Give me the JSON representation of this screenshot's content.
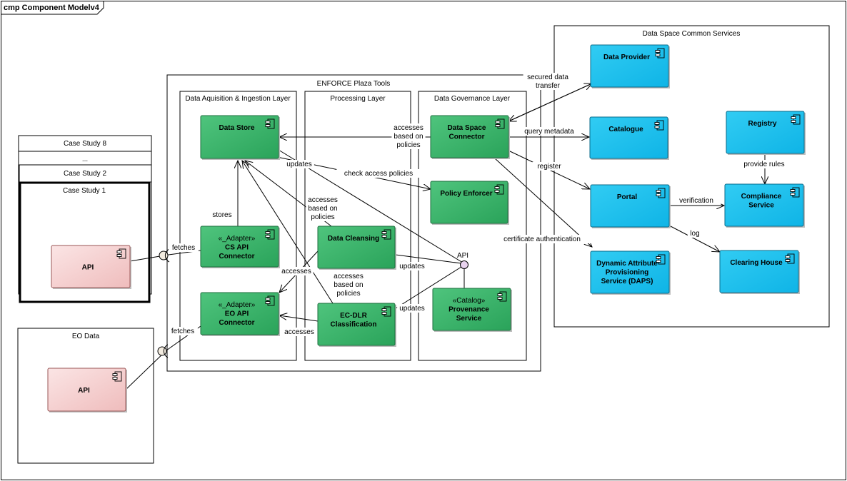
{
  "frame": {
    "title": "cmp Component Modelv4"
  },
  "colors": {
    "green_fill": "#3cb56c",
    "green_stroke": "#1e6e3e",
    "blue_fill": "#1ec2ee",
    "blue_stroke": "#0a6b8a",
    "pink_fill": "#f6d0d0",
    "pink_stroke": "#9a5656",
    "interface_api": "#e8d2ee",
    "interface_port": "#f3ece0"
  },
  "containers": {
    "case_study_8": "Case Study 8",
    "ellipsis": "...",
    "case_study_2": "Case Study 2",
    "case_study_1": "Case Study 1",
    "eo_data": "EO Data",
    "enforce_tools": "ENFORCE Plaza Tools",
    "acquisition_layer": "Data Aquisition & Ingestion Layer",
    "processing_layer": "Processing Layer",
    "governance_layer": "Data Governance Layer",
    "common_services": "Data Space Common Services"
  },
  "components": {
    "api_cs": {
      "lines": [
        "API"
      ]
    },
    "api_eo": {
      "lines": [
        "API"
      ]
    },
    "data_store": {
      "lines": [
        "Data Store"
      ]
    },
    "cs_connector": {
      "stereotype": "«_Adapter»",
      "lines": [
        "CS API",
        "Connector"
      ]
    },
    "eo_connector": {
      "stereotype": "«_Adapter»",
      "lines": [
        "EO API",
        "Connector"
      ]
    },
    "data_cleansing": {
      "lines": [
        "Data Cleansing"
      ]
    },
    "ecdlr": {
      "lines": [
        "EC-DLR",
        "Classification"
      ]
    },
    "dsc": {
      "lines": [
        "Data Space",
        "Connector"
      ]
    },
    "policy_enforcer": {
      "lines": [
        "Policy Enforcer"
      ]
    },
    "provenance": {
      "stereotype": "«Catalog»",
      "lines": [
        "Provenance",
        "Service"
      ]
    },
    "data_provider": {
      "lines": [
        "Data Provider"
      ]
    },
    "catalogue": {
      "lines": [
        "Catalogue"
      ]
    },
    "registry": {
      "lines": [
        "Registry"
      ]
    },
    "portal": {
      "lines": [
        "Portal"
      ]
    },
    "compliance": {
      "lines": [
        "Compliance",
        "Service"
      ]
    },
    "daps": {
      "lines": [
        "Dynamic Attribute",
        "Provisioning",
        "Service (DAPS)"
      ]
    },
    "clearing_house": {
      "lines": [
        "Clearing House"
      ]
    }
  },
  "interface": {
    "api_label": "API"
  },
  "edge_labels": {
    "fetches_cs": [
      "fetches"
    ],
    "fetches_eo": [
      "fetches"
    ],
    "stores": [
      "stores"
    ],
    "updates_ds": [
      "updates"
    ],
    "updates_clean": [
      "updates"
    ],
    "updates_ecdlr": [
      "updates"
    ],
    "accesses_cs": [
      "accesses"
    ],
    "accesses_eo": [
      "accesses"
    ],
    "accesses_policies_dsc": [
      "accesses",
      "based on",
      "policies"
    ],
    "accesses_policies_clean": [
      "accesses",
      "based on",
      "policies"
    ],
    "accesses_policies_ecdlr": [
      "accesses",
      "based on",
      "policies"
    ],
    "check_access": [
      "check access policies"
    ],
    "secured_transfer": [
      "secured data",
      "transfer"
    ],
    "query_metadata": [
      "query metadata"
    ],
    "register": [
      "register"
    ],
    "certificate_auth": [
      "certificate authentication"
    ],
    "verification": [
      "verification"
    ],
    "log": [
      "log"
    ],
    "provide_rules": [
      "provide rules"
    ]
  }
}
